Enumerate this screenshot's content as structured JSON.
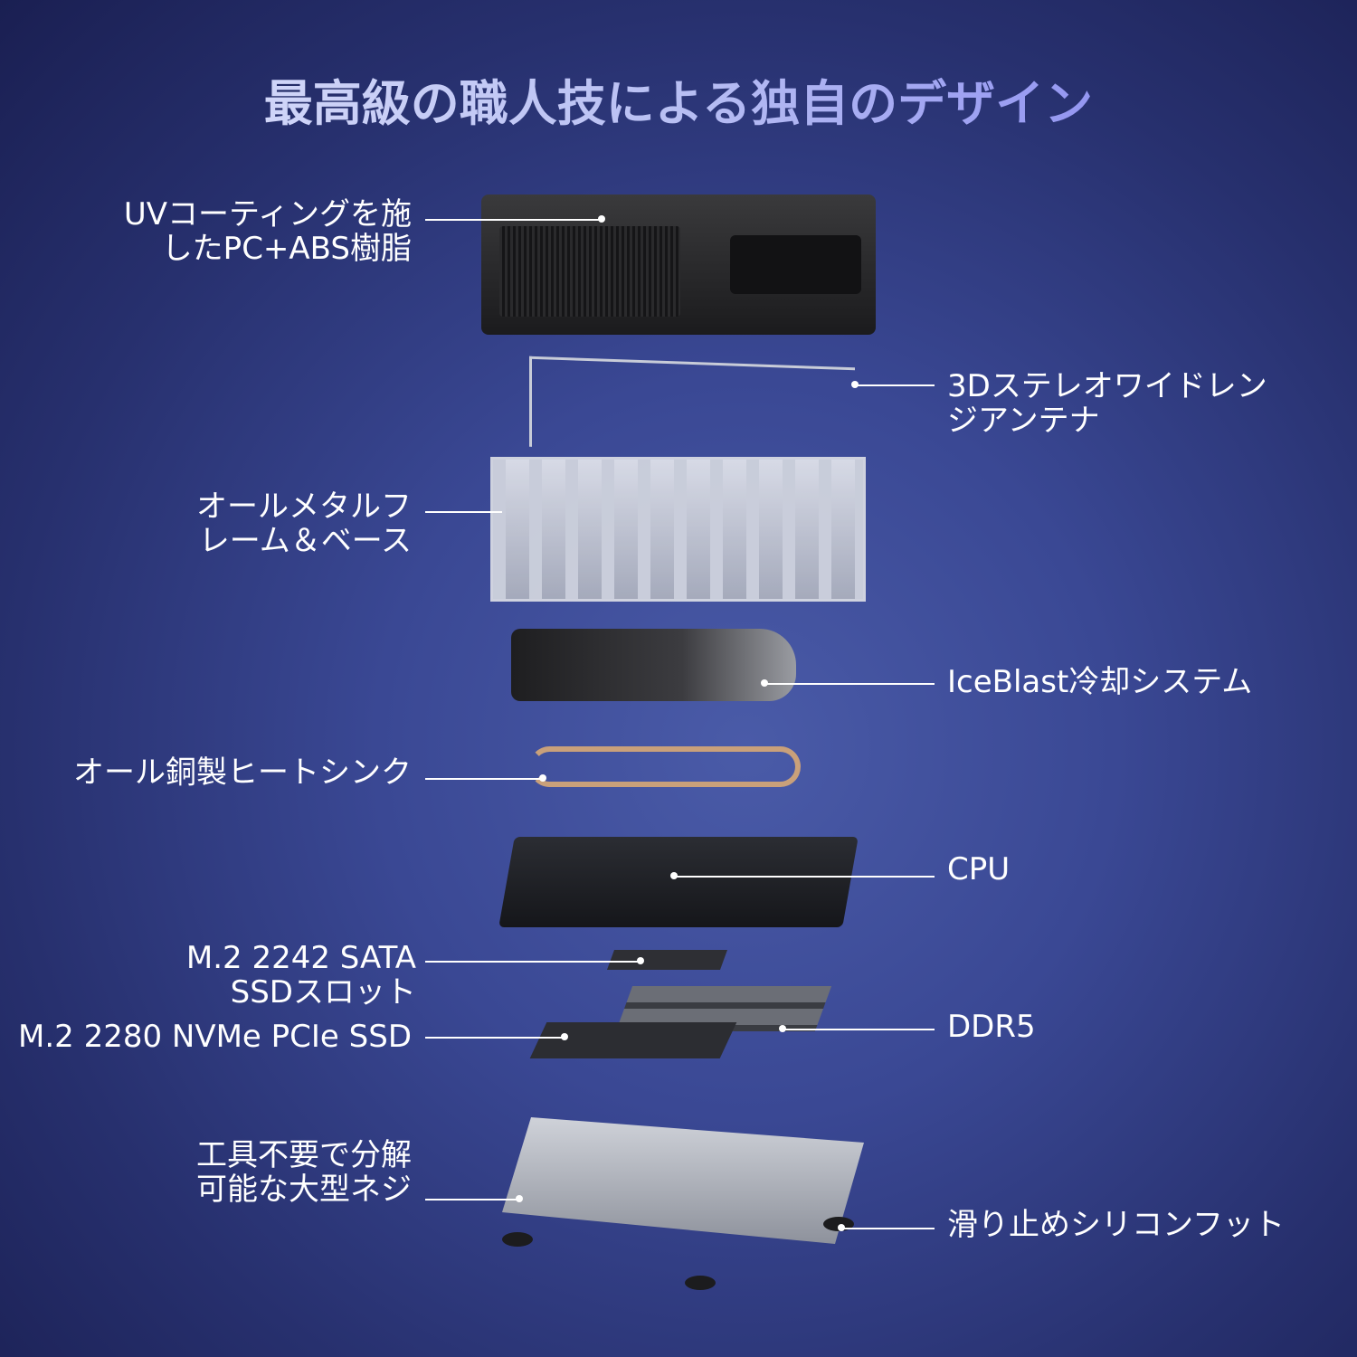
{
  "title": "最高級の職人技による独自のデザイン",
  "labels": {
    "uv1": "UVコーティングを施",
    "uv2": "したPC+ABS樹脂",
    "ant1": "3Dステレオワイドレン",
    "ant2": "ジアンテナ",
    "frame1": "オールメタルフ",
    "frame2": "レーム＆ベース",
    "cool": "IceBlast冷却システム",
    "heat": "オール銅製ヒートシンク",
    "cpu": "CPU",
    "sata1": "M.2 2242 SATA",
    "sata2": "SSDスロット",
    "nvme": "M.2 2280 NVMe PCIe SSD",
    "ddr": "DDR5",
    "screw1": "工具不要で分解",
    "screw2": "可能な大型ネジ",
    "feet": "滑り止めシリコンフット"
  }
}
